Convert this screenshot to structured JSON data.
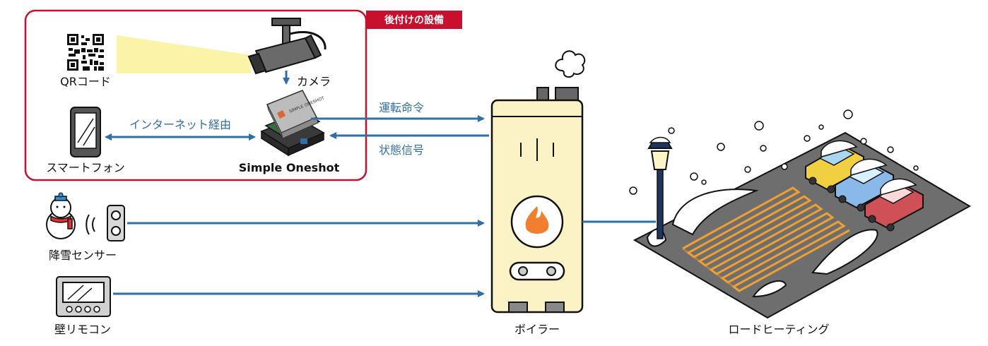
{
  "retrofit_tag": "後付けの設備",
  "labels": {
    "qr_code": "QRコード",
    "camera": "カメラ",
    "smartphone": "スマートフォン",
    "simple_oneshot": "Simple Oneshot",
    "internet": "インターネット経由",
    "run_command": "運転命令",
    "status_signal": "状態信号",
    "snow_sensor": "降雪センサー",
    "wall_remote": "壁リモコン",
    "boiler": "ボイラー",
    "road_heating": "ロードヒーティング"
  },
  "device_text": "SIMPLE ONESHOT",
  "colors": {
    "frame_red": "#c8102e",
    "arrow_blue": "#2f6fa8",
    "boiler_cream": "#fbf3c5",
    "heating_orange": "#f0a030",
    "ground_gray": "#6e6e6e",
    "light_beam": "#fbf3a8"
  }
}
